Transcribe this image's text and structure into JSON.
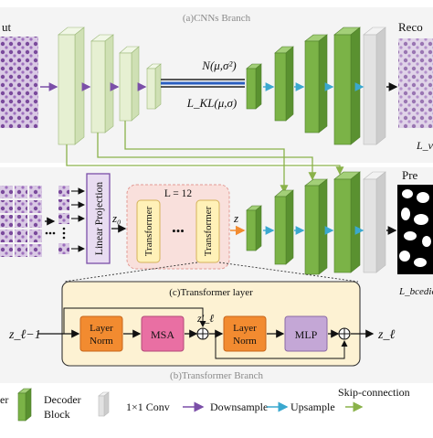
{
  "branch_a": {
    "title": "(a)CNNs Branch",
    "input_label": "ut",
    "output_label": "Reco",
    "latent_dist": "N(μ,σ²)",
    "kl_loss": "L_KL(μ,σ)",
    "recon_loss": "L_va"
  },
  "branch_b": {
    "title": "(b)Transformer Branch",
    "linear_projection": "Linear Projection",
    "z0": "z₀",
    "layers_label": "L = 12",
    "transformer_label": "Transformer",
    "ellipsis": "•••",
    "z_label": "z",
    "pred_label": "Pre",
    "loss_label": "L_bcedice"
  },
  "transformer_layer": {
    "title": "(c)Transformer layer",
    "input": "z_ℓ−1",
    "layer_norm": "Layer Norm",
    "msa": "MSA",
    "mlp": "MLP",
    "mid": "z′_ℓ",
    "output": "z_ℓ"
  },
  "legend": {
    "encoder_block": "er",
    "decoder_block": "Decoder Block",
    "conv": "1×1 Conv",
    "downsample": "Downsample",
    "upsample": "Upsample",
    "skip": "Skip-connection"
  },
  "colors": {
    "encoder": "#e6f0d2",
    "decoder": "#7bb347",
    "conv": "#e2e2e2",
    "downsample_arrow": "#7b4fa8",
    "upsample_arrow": "#3aa8cf",
    "skip_arrow": "#8ab24a",
    "transformer_bg": "#f9e0dc",
    "transformer_block": "#fff1b8",
    "layer_box": "#fdf2d3",
    "norm": "#f28b30",
    "msa": "#e96fa3",
    "mlp": "#c4a7d6"
  }
}
